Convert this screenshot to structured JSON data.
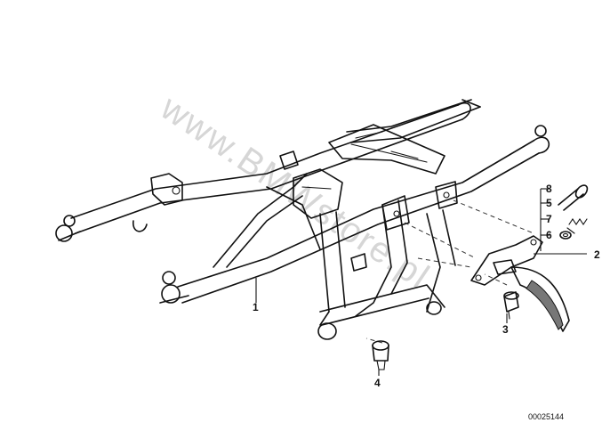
{
  "callouts": {
    "c1": "1",
    "c2": "2",
    "c3": "3",
    "c4": "4",
    "c5": "5",
    "c6": "6",
    "c7": "7",
    "c8": "8"
  },
  "watermark": "www.BMWstore.pl",
  "reference_number": "00025144"
}
